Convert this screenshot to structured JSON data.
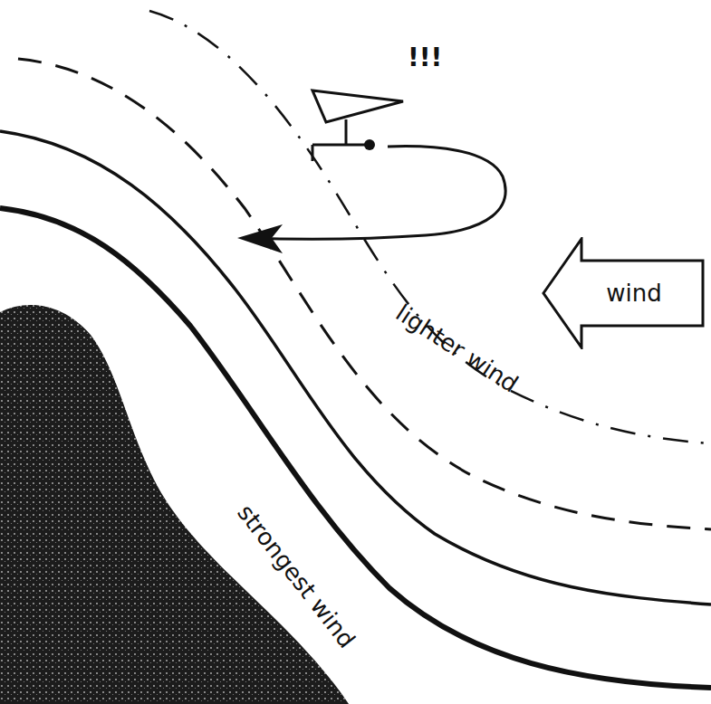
{
  "diagram": {
    "nodes": [
      {
        "text": [
          "wind"
        ]
      }
    ],
    "labels": [
      "!!!",
      "lighter wind",
      "strongest wind"
    ]
  }
}
